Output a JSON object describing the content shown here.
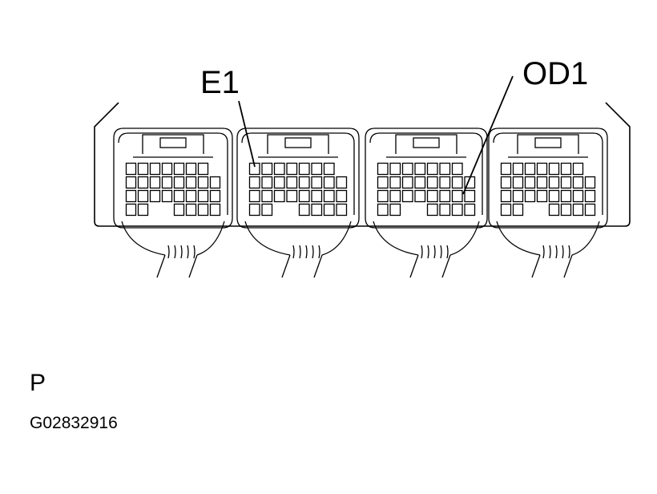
{
  "diagram": {
    "labels": {
      "e1": "E1",
      "od1": "OD1"
    },
    "connectors": [
      {
        "name": "connector-1"
      },
      {
        "name": "connector-2"
      },
      {
        "name": "connector-3"
      },
      {
        "name": "connector-4"
      }
    ]
  },
  "footer": {
    "view_letter": "P",
    "figure_id": "G02832916"
  },
  "colors": {
    "ink": "#000000",
    "background": "#ffffff"
  }
}
